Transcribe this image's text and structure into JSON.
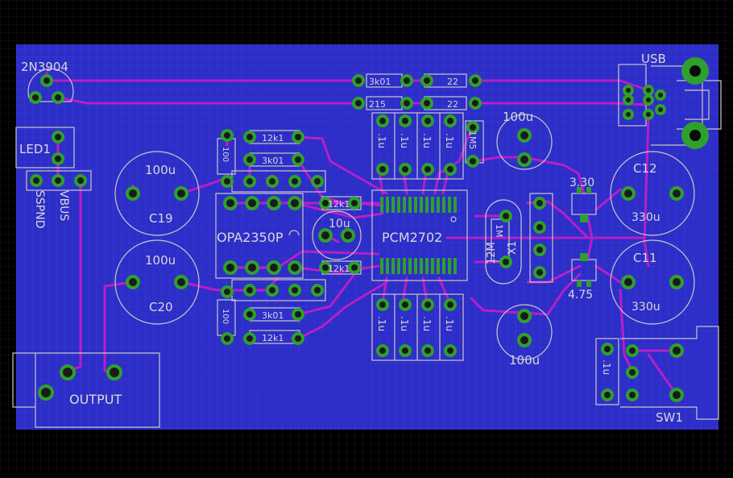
{
  "board": {
    "background": "#000000",
    "grid_color": "#2a2a2a",
    "copper_color": "#2d2dc8",
    "outline_color": "#c8c8c8",
    "trace_color": "#b81ec8",
    "pad_color": "#2ea02e"
  },
  "labels": {
    "q_transistor": "2N3904",
    "usb": "USB",
    "led": "LED1",
    "sspnd": "SSPND",
    "vbus": "VBUS",
    "c19_val": "100u",
    "c19": "C19",
    "c20_val": "100u",
    "c20": "C20",
    "opamp": "OPA2350P",
    "dac": "PCM2702",
    "cap_10u": "10u",
    "r_3k01_top": "3k01",
    "r_215": "215",
    "r_22_a": "22",
    "r_22_b": "22",
    "r_12k1_a": "12k1",
    "r_3k01_b": "3k01",
    "r_100_a": "100",
    "r_12k1_b": "12k1",
    "r_12k1_c": "12k1",
    "r_100_b": "100",
    "r_3k01_c": "3k01",
    "r_12k1_d": "12k1",
    "r_1m5": "1M5",
    "r_1m": "1M",
    "cap_1u_1": ".1u",
    "cap_1u_2": ".1u",
    "cap_1u_3": ".1u",
    "cap_1u_4": ".1u",
    "cap_1u_5": ".1u",
    "cap_1u_6": ".1u",
    "cap_1u_7": ".1u",
    "cap_1u_8": ".1u",
    "cap_1u_sw": ".1u",
    "cap_100u_top": "100u",
    "cap_100u_bot": "100u",
    "crystal": "12M",
    "crystal_ref": "X1",
    "reg_330": "3.30",
    "reg_475": "4.75",
    "c12": "C12",
    "c12_val": "330u",
    "c11": "C11",
    "c11_val": "330u",
    "output": "OUTPUT",
    "sw1": "SW1"
  }
}
